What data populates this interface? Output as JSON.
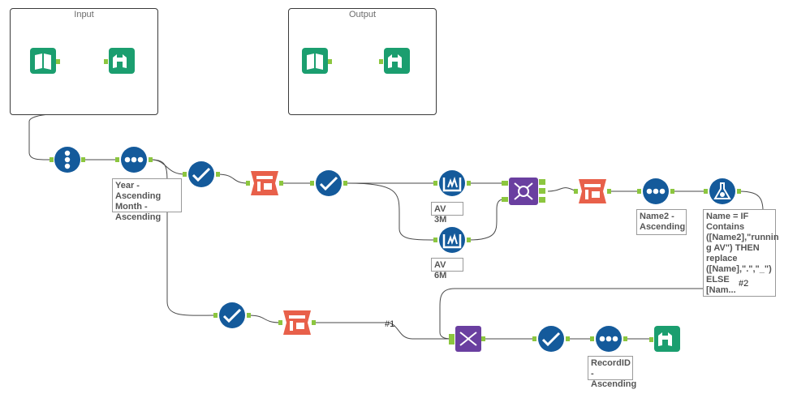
{
  "containers": {
    "input": {
      "title": "Input"
    },
    "output": {
      "title": "Output"
    }
  },
  "annotations": {
    "sort1": "Year - Ascending\nMonth -\nAscending",
    "av3m": "AV 3M",
    "av6m": "AV 6M",
    "sort2": "Name2 -\nAscending",
    "formula": "Name = IF\nContains\n([Name2],\"runnin\ng AV\") THEN\nreplace\n([Name],\".\",\"_\")\nELSE\n[Nam...",
    "sort3": "RecordID -\nAscending"
  },
  "wire_labels": {
    "w1": "#1",
    "w2": "#2"
  },
  "colors": {
    "input_green": "#1b9e6f",
    "prep_blue": "#145a9b",
    "transform_orange": "#e8604a",
    "join_purple": "#6a3fa0",
    "anchor_green": "#8cc63f"
  },
  "icons": {
    "input": "book-icon",
    "browse": "binoculars-icon",
    "record_id": "numbered-list-icon",
    "sort": "dots-icon",
    "select": "checkmark-icon",
    "cross_tab": "cross-tab-icon",
    "multi_row": "multi-row-formula-icon",
    "join_multiple": "join-multiple-icon",
    "formula": "flask-icon",
    "union": "dna-icon"
  }
}
